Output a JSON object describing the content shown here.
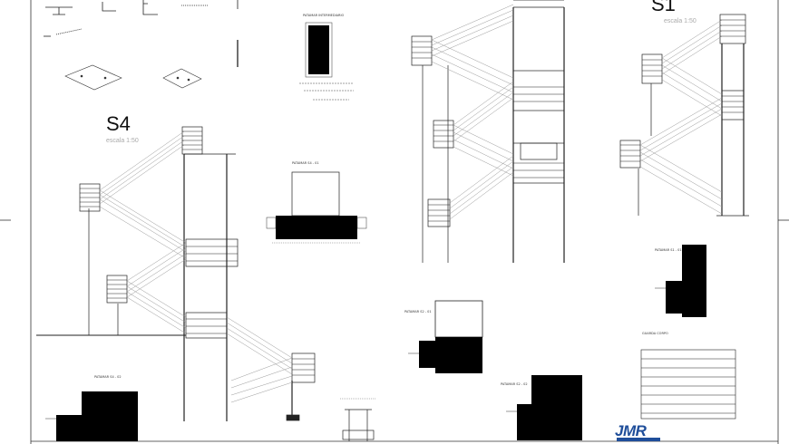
{
  "labels": {
    "s4": "S4",
    "s1": "S1",
    "s4_scale": "escala 1:50",
    "s1_scale": "escala 1:50"
  },
  "notes": {
    "patamar_intermediario": "PATAMAR INTERMEDIARIO",
    "patamar_s4_01": "PATAMAR S4 - 01",
    "patamar_s4_02": "PATAMAR S4 - 02",
    "patamar_s1_01": "PATAMAR S1 - 01",
    "patamar_s2_01": "PATAMAR S2 - 01",
    "patamar_s2_02": "PATAMAR S2 - 02",
    "guarda_corpo": "GUARDA CORPO"
  },
  "logo": {
    "text": "JMR"
  },
  "colors": {
    "line": "#222222",
    "hatch": "#999999",
    "fill": "#000000",
    "logo": "#1f4e9a"
  }
}
